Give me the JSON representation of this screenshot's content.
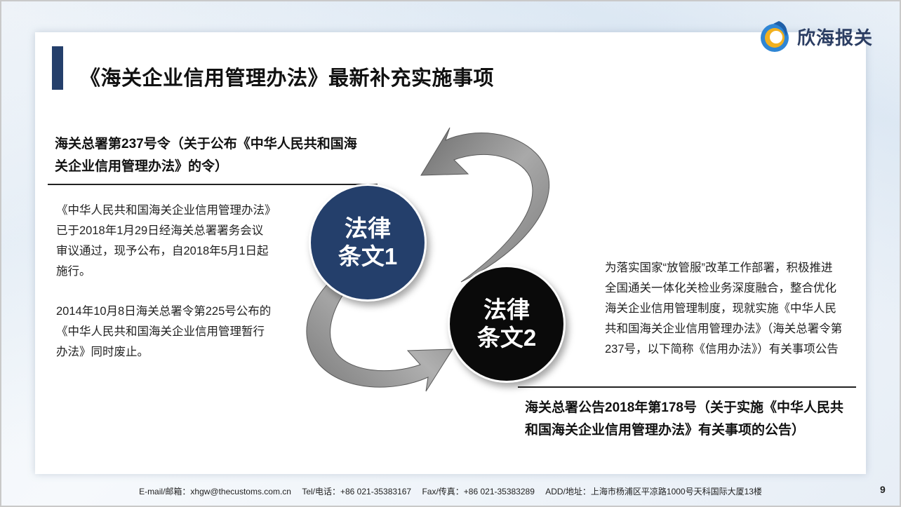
{
  "header": {
    "title": "《海关企业信用管理办法》最新补充实施事项",
    "logo_text": "欣海报关"
  },
  "left": {
    "heading": "海关总署第237号令（关于公布《中华人民共和国海关企业信用管理办法》的令）",
    "para1": "《中华人民共和国海关企业信用管理办法》已于2018年1月29日经海关总署署务会议审议通过，现予公布，自2018年5月1日起施行。",
    "para2": "2014年10月8日海关总署令第225号公布的《中华人民共和国海关企业信用管理暂行办法》同时废止。"
  },
  "circles": {
    "c1_line1": "法律",
    "c1_line2": "条文1",
    "c2_line1": "法律",
    "c2_line2": "条文2"
  },
  "right": {
    "para": "为落实国家“放管服”改革工作部署，积极推进全国通关一体化关检业务深度融合，整合优化海关企业信用管理制度，现就实施《中华人民共和国海关企业信用管理办法》（海关总署令第237号，以下简称《信用办法》）有关事项公告",
    "heading": "海关总署公告2018年第178号（关于实施《中华人民共和国海关企业信用管理办法》有关事项的公告）"
  },
  "footer": {
    "email": "E-mail/邮箱：xhgw@thecustoms.com.cn",
    "tel": "Tel/电话：+86 021-35383167",
    "fax": "Fax/传真：+86 021-35383289",
    "address": "ADD/地址：上海市杨浦区平凉路1000号天科国际大厦13楼",
    "page": "9"
  },
  "colors": {
    "navy": "#243f6b",
    "black": "#0a0a0a",
    "arrow_gray": "#8a8a8a"
  },
  "icons": {
    "logo": "xinhai-logo-icon",
    "arrow_top": "curved-arrow-left-icon",
    "arrow_bottom": "curved-arrow-right-icon"
  }
}
